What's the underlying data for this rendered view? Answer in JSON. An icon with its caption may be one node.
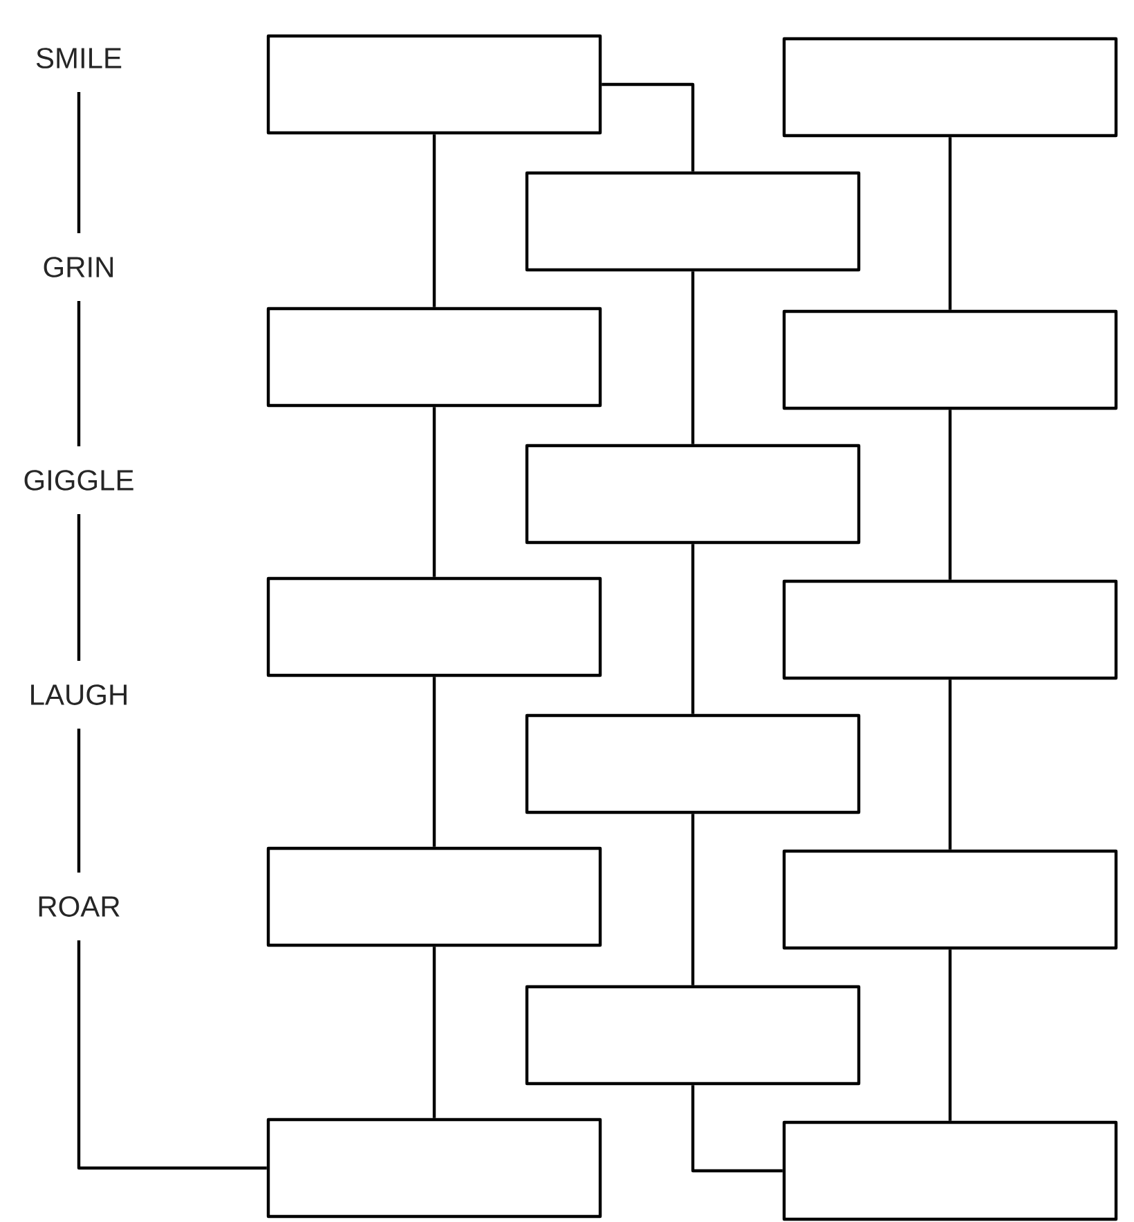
{
  "diagram": {
    "nodes": [
      {
        "text": [
          "SMILE"
        ]
      },
      {
        "text": [
          "GRIN"
        ]
      },
      {
        "text": [
          "GIGGLE"
        ]
      },
      {
        "text": [
          "LAUGH"
        ]
      },
      {
        "text": [
          "ROAR"
        ]
      },
      {
        "text": [],
        "shape": "box"
      },
      {
        "text": [],
        "shape": "box"
      },
      {
        "text": [],
        "shape": "box"
      },
      {
        "text": [],
        "shape": "box"
      },
      {
        "text": [],
        "shape": "box"
      },
      {
        "text": [],
        "shape": "box"
      },
      {
        "text": [],
        "shape": "box"
      },
      {
        "text": [],
        "shape": "box"
      },
      {
        "text": [],
        "shape": "box"
      },
      {
        "text": [],
        "shape": "box"
      },
      {
        "text": [],
        "shape": "box"
      },
      {
        "text": [],
        "shape": "box"
      },
      {
        "text": [],
        "shape": "box"
      },
      {
        "text": [],
        "shape": "box"
      }
    ],
    "edges": [
      {
        "from": 0,
        "to": 1,
        "arrow": "none"
      },
      {
        "from": 1,
        "to": 2,
        "arrow": "none"
      },
      {
        "from": 2,
        "to": 3,
        "arrow": "none"
      },
      {
        "from": 3,
        "to": 4,
        "arrow": "none"
      },
      {
        "from": 4,
        "to": 17,
        "arrow": "none"
      },
      {
        "from": 5,
        "to": 8,
        "arrow": "none"
      },
      {
        "from": 8,
        "to": 11,
        "arrow": "none"
      },
      {
        "from": 11,
        "to": 14,
        "arrow": "none"
      },
      {
        "from": 14,
        "to": 17,
        "arrow": "none"
      },
      {
        "from": 6,
        "to": 9,
        "arrow": "none"
      },
      {
        "from": 9,
        "to": 12,
        "arrow": "none"
      },
      {
        "from": 12,
        "to": 15,
        "arrow": "none"
      },
      {
        "from": 15,
        "to": 18,
        "arrow": "none"
      },
      {
        "from": 5,
        "to": 7,
        "arrow": "none"
      },
      {
        "from": 7,
        "to": 10,
        "arrow": "none"
      },
      {
        "from": 10,
        "to": 13,
        "arrow": "none"
      },
      {
        "from": 13,
        "to": 16,
        "arrow": "none"
      },
      {
        "from": 16,
        "to": 18,
        "arrow": "none"
      }
    ]
  }
}
